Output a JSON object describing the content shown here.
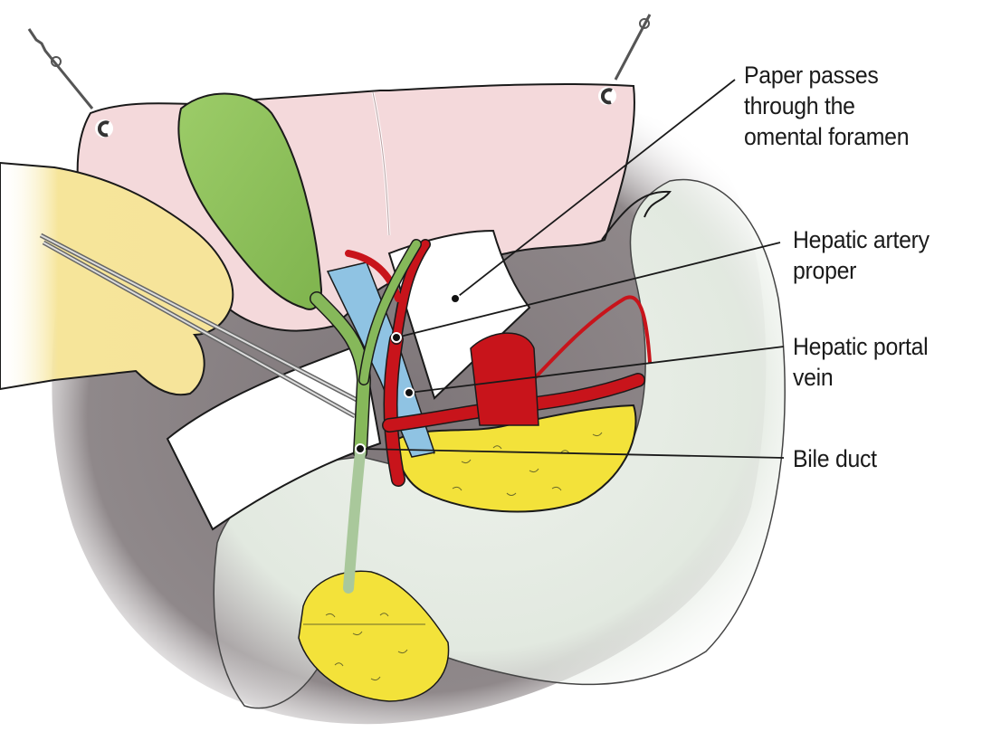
{
  "figure": {
    "subject": "Dissection of the lesser omentum: paper passed through the omental foramen behind the hepatoduodenal ligament",
    "labels": [
      {
        "id": "paper",
        "lines": [
          "Paper passes",
          "through the",
          "omental foramen"
        ]
      },
      {
        "id": "hepatic-artery",
        "lines": [
          "Hepatic artery",
          "proper"
        ]
      },
      {
        "id": "portal-vein",
        "lines": [
          "Hepatic portal",
          "vein"
        ]
      },
      {
        "id": "bile-duct",
        "lines": [
          "Bile duct"
        ]
      }
    ]
  },
  "colors": {
    "liver": "#f4d9db",
    "gallbladder": "#8dbf5a",
    "bile_duct": "#86b85a",
    "artery": "#c8141b",
    "portal_vein": "#8fc3e3",
    "pancreas": "#f3e23a",
    "stomach": "#e6ece4",
    "cavity_shadow": "#8c8487",
    "glove": "#f6e59a",
    "paper": "#ffffff",
    "outline": "#1a1a1a"
  }
}
